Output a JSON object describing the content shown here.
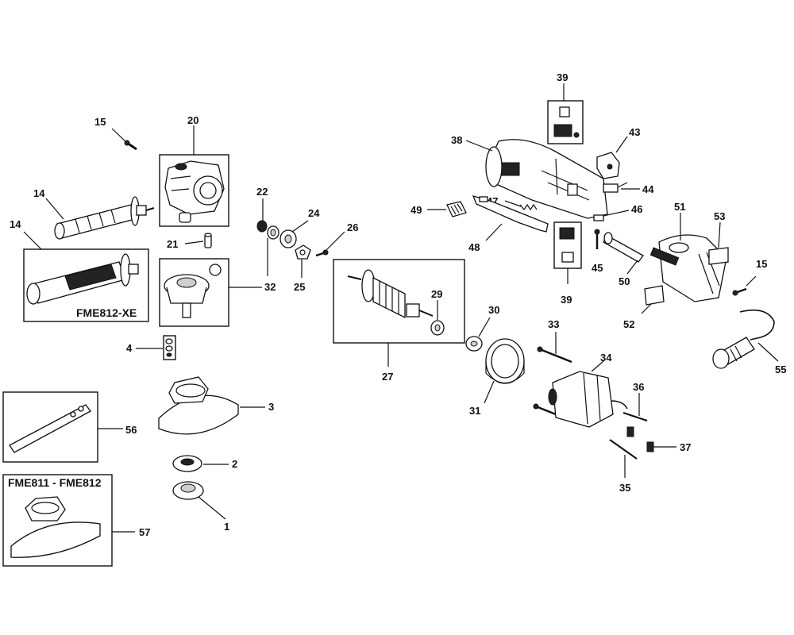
{
  "model_labels": {
    "fme812_xe": "FME812-XE",
    "fme811_fme812": "FME811 - FME812"
  },
  "callouts": {
    "c1": "1",
    "c2": "2",
    "c3": "3",
    "c4": "4",
    "c14a": "14",
    "c14b": "14",
    "c15a": "15",
    "c15b": "15",
    "c20": "20",
    "c21": "21",
    "c22": "22",
    "c24": "24",
    "c25": "25",
    "c26": "26",
    "c27": "27",
    "c29": "29",
    "c30": "30",
    "c31": "31",
    "c32": "32",
    "c33": "33",
    "c34": "34",
    "c35": "35",
    "c36": "36",
    "c37": "37",
    "c38": "38",
    "c39a": "39",
    "c39b": "39",
    "c43": "43",
    "c44": "44",
    "c45": "45",
    "c46": "46",
    "c47": "47",
    "c48": "48",
    "c49": "49",
    "c50": "50",
    "c51": "51",
    "c52": "52",
    "c53": "53",
    "c55": "55",
    "c56": "56",
    "c57": "57"
  }
}
